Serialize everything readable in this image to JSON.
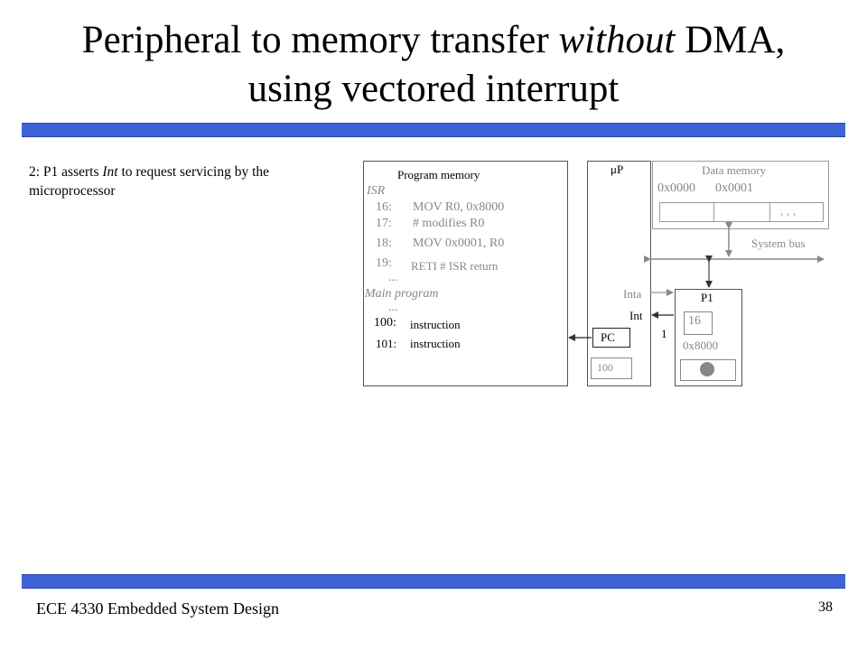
{
  "slide": {
    "title_part1": "Peripheral to memory transfer ",
    "title_italic": "without",
    "title_part2": " DMA,",
    "title_line2": "using vectored interrupt",
    "step_prefix": "2: P1 asserts ",
    "step_italic": "Int",
    "step_suffix": " to request servicing by the microprocessor",
    "footer": "ECE 4330 Embedded System Design",
    "page_number": "38"
  },
  "program_memory": {
    "label": "Program memory",
    "isr_label": "ISR",
    "isr_lines": [
      {
        "addr": "16:",
        "text": "MOV R0, 0x8000"
      },
      {
        "addr": "17:",
        "text": "# modifies R0"
      },
      {
        "addr": "18:",
        "text": "MOV 0x0001, R0"
      },
      {
        "addr": "19:",
        "text": "RETI  # ISR return"
      }
    ],
    "ellipsis": "...",
    "main_label": "Main program",
    "main_lines": [
      {
        "addr": "100:",
        "text": "instruction"
      },
      {
        "addr": "101:",
        "text": "instruction"
      }
    ]
  },
  "processor": {
    "label": "μP",
    "inta_label": "Inta",
    "int_label": "Int",
    "pc_label": "PC",
    "pc_value": "100"
  },
  "data_memory": {
    "label": "Data memory",
    "addr0": "0x0000",
    "addr1": "0x0001",
    "cell_dots": "˛ ˛ ˛"
  },
  "bus": {
    "label": "System bus"
  },
  "peripheral": {
    "label": "P1",
    "register_value": "16",
    "address": "0x8000",
    "int_signal_value": "1"
  }
}
